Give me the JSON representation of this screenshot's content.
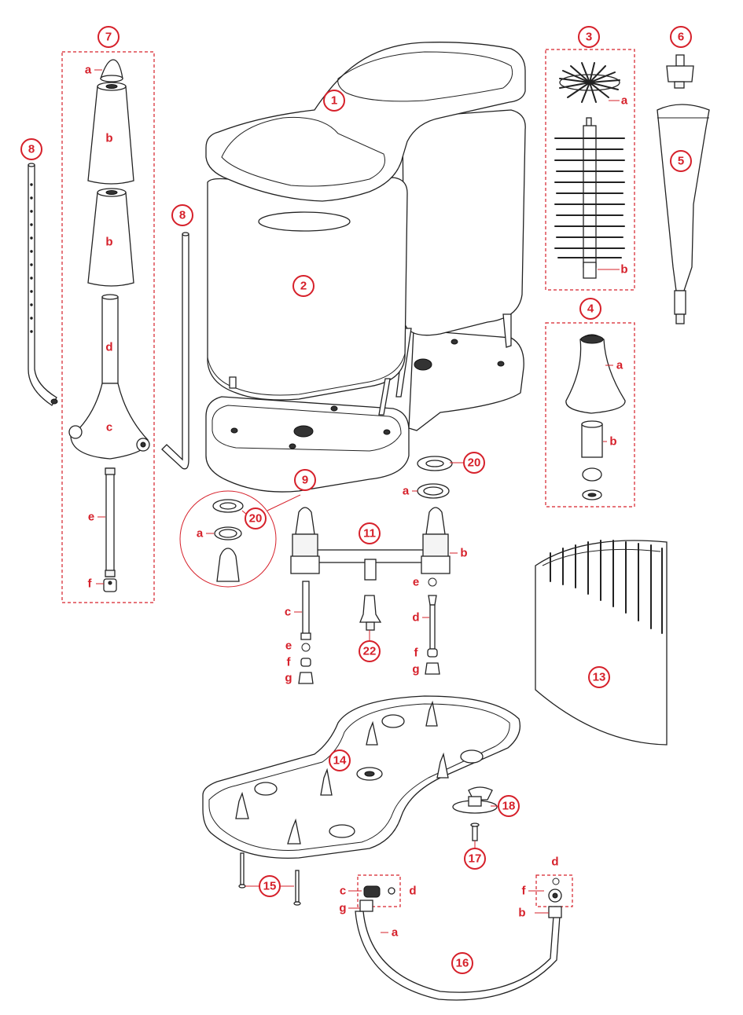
{
  "callouts": {
    "c1": "1",
    "c2": "2",
    "c3": "3",
    "c4": "4",
    "c5": "5",
    "c6": "6",
    "c7": "7",
    "c8a": "8",
    "c8b": "8",
    "c9": "9",
    "c11": "11",
    "c13": "13",
    "c14": "14",
    "c15": "15",
    "c16": "16",
    "c17": "17",
    "c18": "18",
    "c20a": "20",
    "c20b": "20",
    "c22": "22"
  },
  "sublabels": {
    "p7a": "a",
    "p7b1": "b",
    "p7b2": "b",
    "p7d": "d",
    "p7c": "c",
    "p7e": "e",
    "p7f": "f",
    "p3a": "a",
    "p3b": "b",
    "p4a": "a",
    "p4b": "b",
    "detail_a": "a",
    "p11a": "a",
    "p11b": "b",
    "p11c": "c",
    "p11d": "d",
    "p11e_left": "e",
    "p11e_right": "e",
    "p11f_left": "f",
    "p11f_right": "f",
    "p11g_left": "g",
    "p11g_right": "g",
    "p16a": "a",
    "p16b": "b",
    "p16c": "c",
    "p16d_left": "d",
    "p16d_right": "d",
    "p16f": "f",
    "p16g": "g"
  },
  "colors": {
    "accent": "#d6202a",
    "line": "#222222"
  }
}
